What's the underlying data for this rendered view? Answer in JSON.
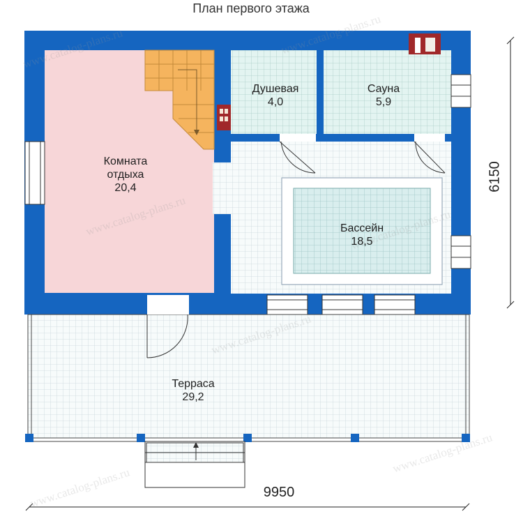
{
  "title": "План первого этажа",
  "dimensions": {
    "width": "9950",
    "height": "6150"
  },
  "watermark": "www.catalog-plans.ru",
  "rooms": {
    "lounge": {
      "name_line1": "Комната",
      "name_line2": "отдыха",
      "area": "20,4"
    },
    "shower": {
      "name": "Душевая",
      "area": "4,0"
    },
    "sauna": {
      "name": "Сауна",
      "area": "5,9"
    },
    "pool": {
      "name": "Бассейн",
      "area": "18,5"
    },
    "terrace": {
      "name": "Терраса",
      "area": "29,2"
    }
  },
  "colors": {
    "wall": "#1565c0",
    "lounge_floor": "#f7d6d8",
    "tile_floor": "#e6f4f1",
    "stair": "#f5b45e",
    "stove": "#a0282a"
  }
}
